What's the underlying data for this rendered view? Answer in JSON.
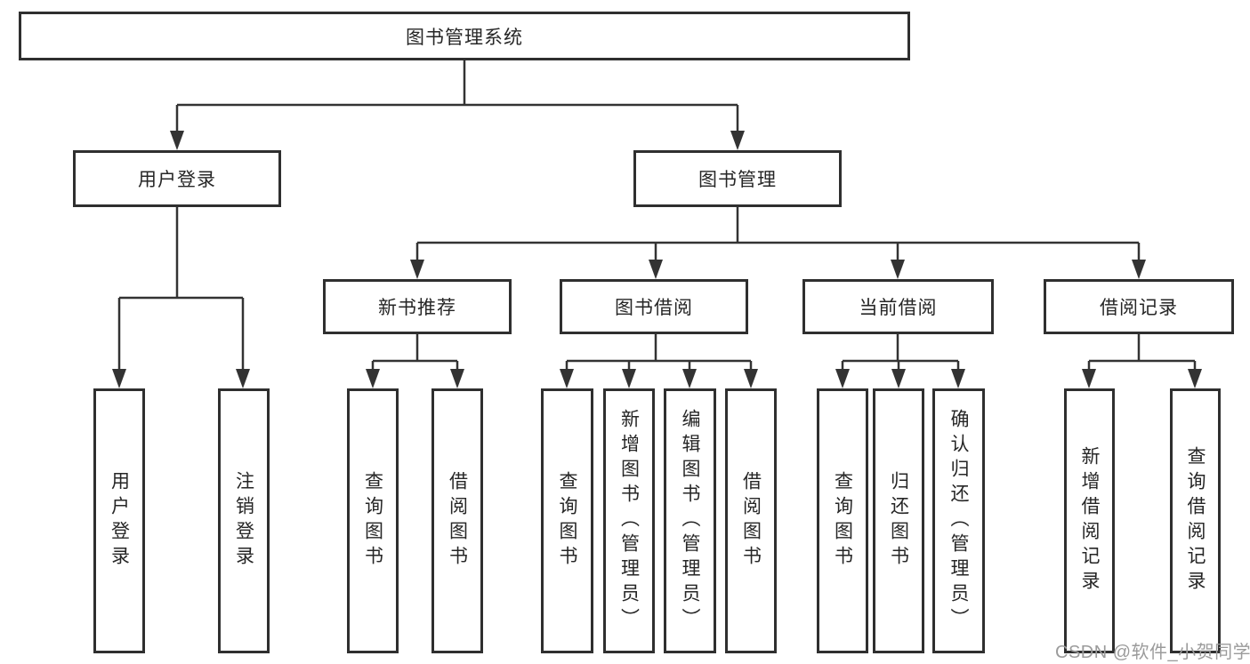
{
  "tree": {
    "root": {
      "label": "图书管理系统",
      "children": [
        {
          "label": "用户登录",
          "children": [
            {
              "label": "用户登录"
            },
            {
              "label": "注销登录"
            }
          ]
        },
        {
          "label": "图书管理",
          "children": [
            {
              "label": "新书推荐",
              "children": [
                {
                  "label": "查询图书"
                },
                {
                  "label": "借阅图书"
                }
              ]
            },
            {
              "label": "图书借阅",
              "children": [
                {
                  "label": "查询图书"
                },
                {
                  "label": "新增图书（管理员）"
                },
                {
                  "label": "编辑图书（管理员）"
                },
                {
                  "label": "借阅图书"
                }
              ]
            },
            {
              "label": "当前借阅",
              "children": [
                {
                  "label": "查询图书"
                },
                {
                  "label": "归还图书"
                },
                {
                  "label": "确认归还（管理员）"
                }
              ]
            },
            {
              "label": "借阅记录",
              "children": [
                {
                  "label": "新增借阅记录"
                },
                {
                  "label": "查询借阅记录"
                }
              ]
            }
          ]
        }
      ]
    }
  },
  "watermark": {
    "text": "CSDN @软件_小贺同学"
  },
  "colors": {
    "line": "#333333",
    "box_border": "#2f2f2f",
    "text": "#262626",
    "watermark": "#9b9b9b",
    "background": "#ffffff"
  }
}
